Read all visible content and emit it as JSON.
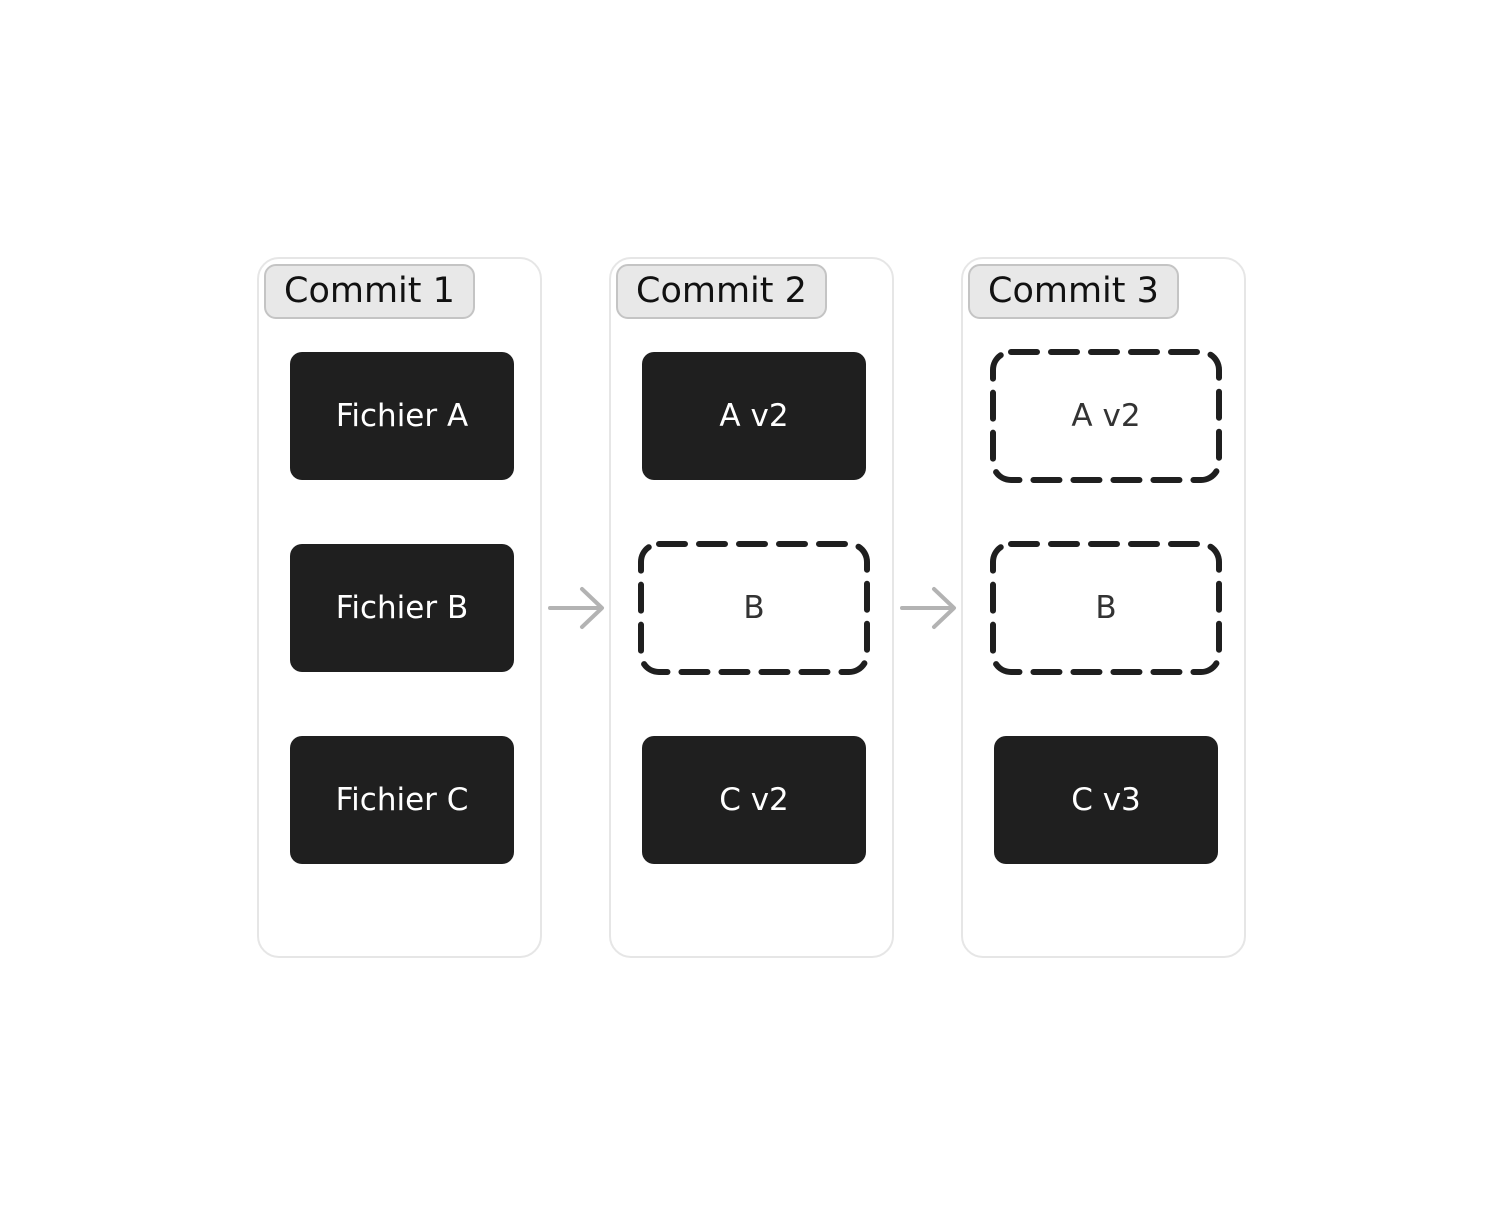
{
  "commits": [
    {
      "label": "Commit 1",
      "files": [
        {
          "text": "Fichier A",
          "style": "solid"
        },
        {
          "text": "Fichier B",
          "style": "solid"
        },
        {
          "text": "Fichier C",
          "style": "solid"
        }
      ]
    },
    {
      "label": "Commit 2",
      "files": [
        {
          "text": "A v2",
          "style": "solid"
        },
        {
          "text": "B",
          "style": "dashed"
        },
        {
          "text": "C v2",
          "style": "solid"
        }
      ]
    },
    {
      "label": "Commit 3",
      "files": [
        {
          "text": "A v2",
          "style": "dashed"
        },
        {
          "text": "B",
          "style": "dashed"
        },
        {
          "text": "C v3",
          "style": "solid"
        }
      ]
    }
  ],
  "colors": {
    "solid_fill": "#1f1f1f",
    "dashed_stroke": "#1f1f1f",
    "arrow": "#b3b3b3",
    "label_bg": "#e8e8e8",
    "panel_border": "#e6e6e6"
  }
}
